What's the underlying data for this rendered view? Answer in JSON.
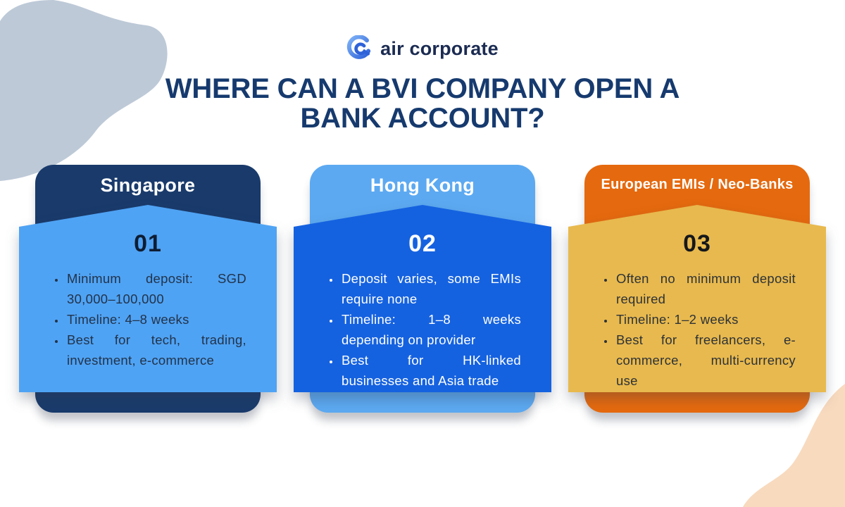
{
  "logo": {
    "brand": "air corporate",
    "icon": "air-corporate-swirl-icon"
  },
  "title": {
    "line1": "WHERE CAN A BVI COMPANY OPEN A",
    "line2": "BANK ACCOUNT?"
  },
  "cards": [
    {
      "id": "singapore",
      "header": "Singapore",
      "number": "01",
      "bullets": [
        "Minimum deposit: SGD 30,000–100,000",
        "Timeline: 4–8 weeks",
        "Best for tech, trading, investment, e-commerce"
      ],
      "colors": {
        "header_bg": "#193A6B",
        "body_bg": "#4FA3F4",
        "header_text": "#FFFFFF",
        "body_text": "#22334A",
        "number_color": "#0E1D33"
      }
    },
    {
      "id": "hong-kong",
      "header": "Hong Kong",
      "number": "02",
      "bullets": [
        "Deposit varies, some EMIs require none",
        "Timeline: 1–8 weeks depending on provider",
        "Best for HK-linked businesses and Asia trade"
      ],
      "colors": {
        "header_bg": "#5CA9F1",
        "body_bg": "#1562E0",
        "header_text": "#FFFFFF",
        "body_text": "#FFFFFF",
        "number_color": "#FFFFFF"
      }
    },
    {
      "id": "european-emis-neo-banks",
      "header": "European EMIs / Neo-Banks",
      "number": "03",
      "bullets": [
        "Often no minimum deposit required",
        "Timeline: 1–2 weeks",
        "Best for freelancers, e-commerce, multi-currency use"
      ],
      "colors": {
        "header_bg": "#E5690E",
        "body_bg": "#E8B94E",
        "header_text": "#FFFFFF",
        "body_text": "#2D3237",
        "number_color": "#15171B"
      }
    }
  ],
  "colors": {
    "background": "#FFFFFF",
    "title": "#163A6E",
    "brand_text": "#1B2B52",
    "blob_top_left": "#BDC9D7",
    "blob_bottom_right": "#F8DABE"
  }
}
